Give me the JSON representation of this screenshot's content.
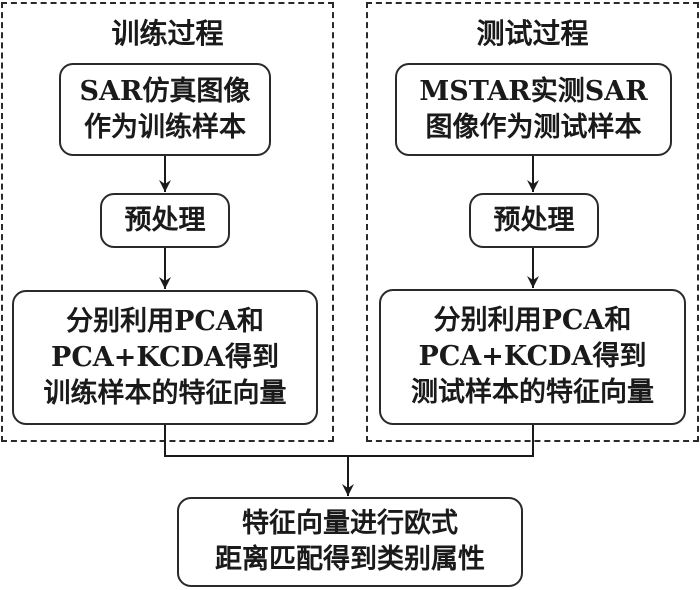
{
  "diagram": {
    "train": {
      "title": "训练过程",
      "nodes": [
        {
          "id": "train-input",
          "text": "SAR仿真图像\n作为训练样本"
        },
        {
          "id": "train-preprocess",
          "text": "预处理"
        },
        {
          "id": "train-features",
          "text": "分别利用PCA和\nPCA+KCDA得到\n训练样本的特征向量"
        }
      ]
    },
    "test": {
      "title": "测试过程",
      "nodes": [
        {
          "id": "test-input",
          "text": "MSTAR实测SAR\n图像作为测试样本"
        },
        {
          "id": "test-preprocess",
          "text": "预处理"
        },
        {
          "id": "test-features",
          "text": "分别利用PCA和\nPCA+KCDA得到\n测试样本的特征向量"
        }
      ]
    },
    "result": {
      "id": "match",
      "text": "特征向量进行欧式\n距离匹配得到类别属性"
    },
    "edges": [
      {
        "from": "train-input",
        "to": "train-preprocess"
      },
      {
        "from": "train-preprocess",
        "to": "train-features"
      },
      {
        "from": "test-input",
        "to": "test-preprocess"
      },
      {
        "from": "test-preprocess",
        "to": "test-features"
      },
      {
        "from": "train-features",
        "to": "match"
      },
      {
        "from": "test-features",
        "to": "match"
      }
    ]
  }
}
